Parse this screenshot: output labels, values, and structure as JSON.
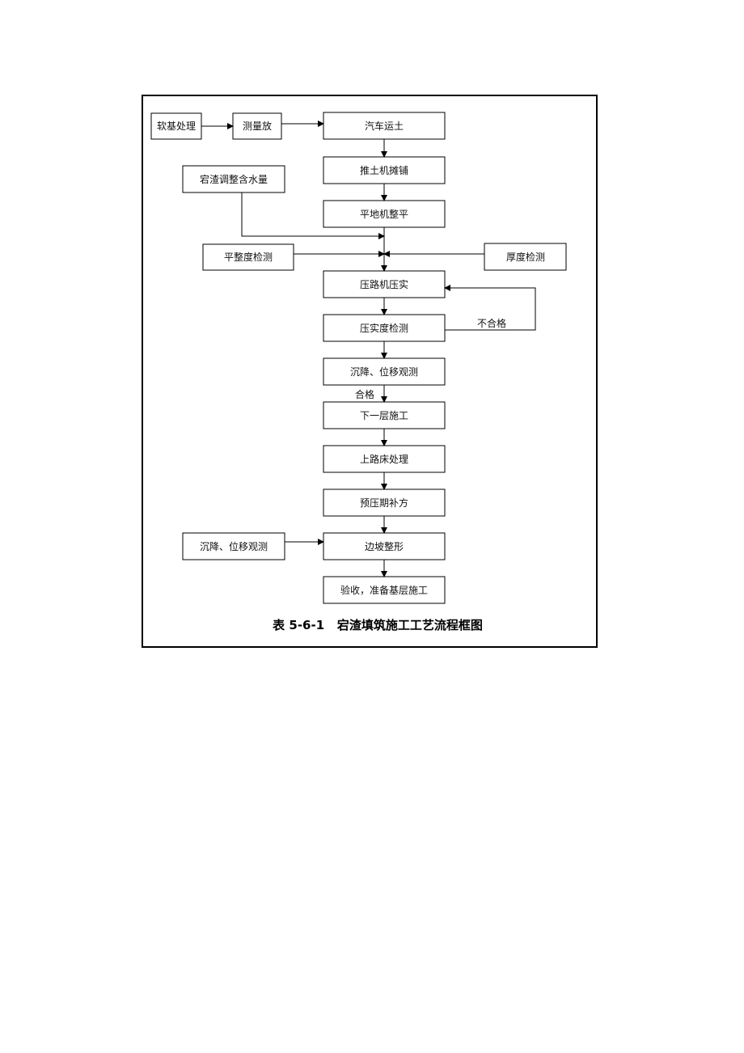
{
  "figure": {
    "caption": "表 5-6-1   宕渣填筑施工工艺流程框图"
  },
  "nodes": {
    "soft_base": "软基处理",
    "survey": "测量放",
    "truck": "汽车运土",
    "bulldozer": "推土机摊铺",
    "moisture": "宕渣调整含水量",
    "grader": "平地机整平",
    "flatness": "平整度检测",
    "thickness": "厚度检测",
    "roller": "压路机压实",
    "compaction": "压实度检测",
    "settle1": "沉降、位移观测",
    "next_layer": "下一层施工",
    "upper_bed": "上路床处理",
    "preload": "预压期补方",
    "settle2": "沉降、位移观测",
    "slope": "边坡整形",
    "acceptance": "验收，准备基层施工"
  },
  "edge_labels": {
    "fail": "不合格",
    "pass": "合格"
  },
  "colors": {
    "stroke": "#000000",
    "background": "#ffffff"
  }
}
